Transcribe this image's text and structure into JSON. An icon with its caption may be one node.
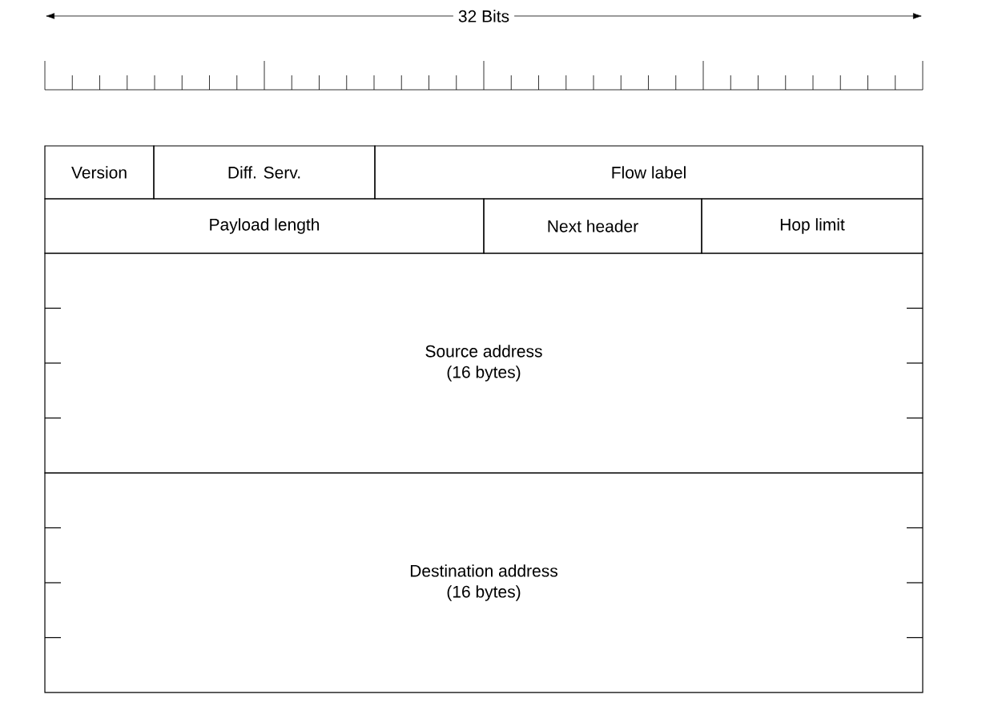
{
  "diagram": {
    "nodes": [
      {
        "text": [
          "Version"
        ]
      },
      {
        "text": [
          "Diff. Serv."
        ]
      },
      {
        "text": [
          "Flow label"
        ]
      },
      {
        "text": [
          "Payload length"
        ]
      },
      {
        "text": [
          "Next header"
        ]
      },
      {
        "text": [
          "Hop limit"
        ]
      },
      {
        "text": [
          "Source address",
          "(16 bytes)"
        ]
      },
      {
        "text": [
          "Destination address",
          "(16 bytes)"
        ]
      }
    ],
    "labels": [
      "32 Bits"
    ]
  }
}
